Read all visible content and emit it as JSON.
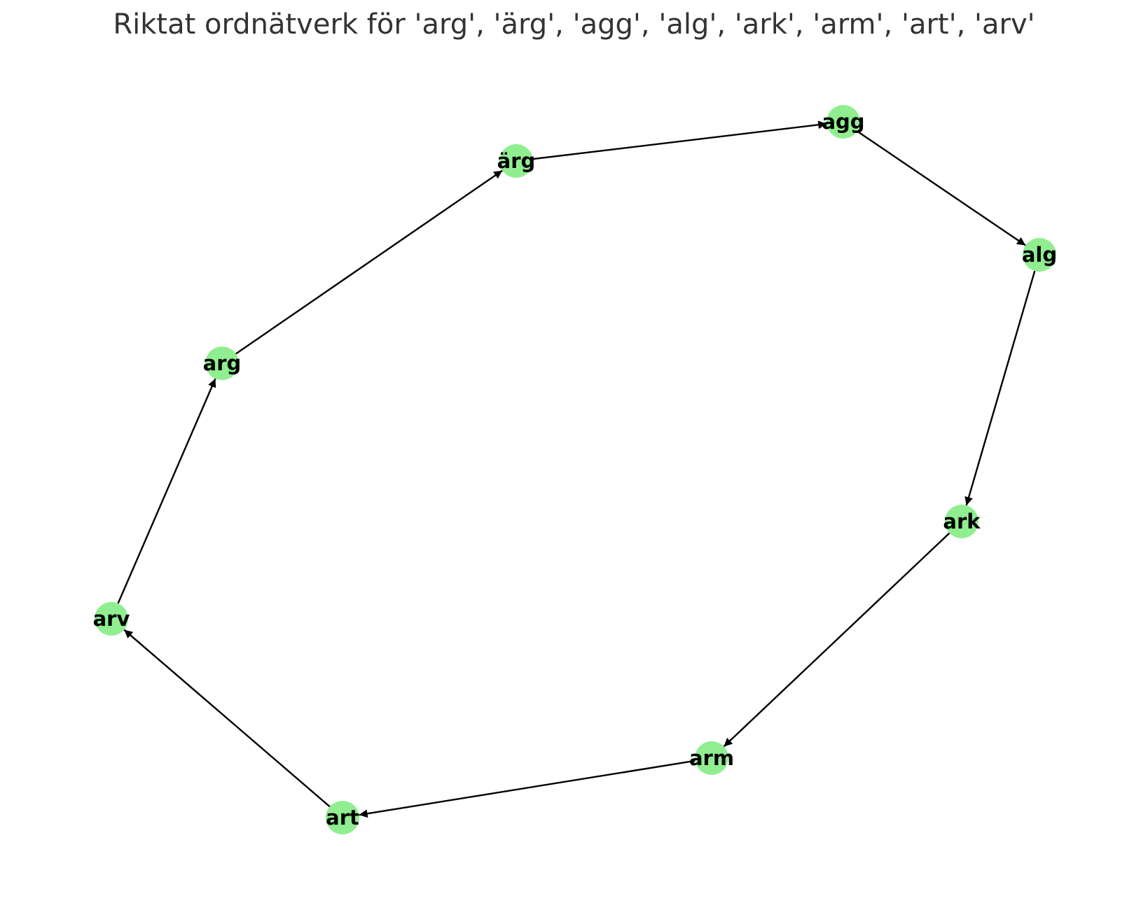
{
  "title": "Riktat ordnätverk för 'arg', 'ärg', 'agg', 'alg', 'ark', 'arm', 'art', 'arv'",
  "colors": {
    "node_fill": "#90ee90",
    "edge": "#000000",
    "label": "#000000",
    "title": "#333333",
    "background": "#ffffff"
  },
  "nodes": [
    {
      "id": "arg",
      "label": "arg"
    },
    {
      "id": "ärg",
      "label": "ärg"
    },
    {
      "id": "agg",
      "label": "agg"
    },
    {
      "id": "alg",
      "label": "alg"
    },
    {
      "id": "ark",
      "label": "ark"
    },
    {
      "id": "arm",
      "label": "arm"
    },
    {
      "id": "art",
      "label": "art"
    },
    {
      "id": "arv",
      "label": "arv"
    }
  ],
  "edges": [
    {
      "from": "arg",
      "to": "ärg"
    },
    {
      "from": "ärg",
      "to": "agg"
    },
    {
      "from": "agg",
      "to": "alg"
    },
    {
      "from": "alg",
      "to": "ark"
    },
    {
      "from": "ark",
      "to": "arm"
    },
    {
      "from": "arm",
      "to": "art"
    },
    {
      "from": "art",
      "to": "arv"
    },
    {
      "from": "arv",
      "to": "arg"
    }
  ]
}
